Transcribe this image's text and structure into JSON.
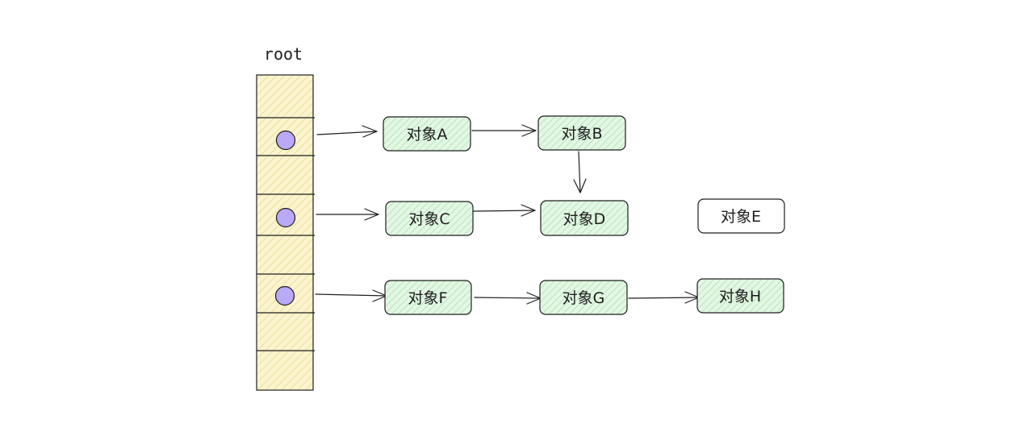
{
  "root": {
    "label": "root"
  },
  "nodes": [
    {
      "id": "a",
      "label": "对象A",
      "reachable": true
    },
    {
      "id": "b",
      "label": "对象B",
      "reachable": true
    },
    {
      "id": "c",
      "label": "对象C",
      "reachable": true
    },
    {
      "id": "d",
      "label": "对象D",
      "reachable": true
    },
    {
      "id": "e",
      "label": "对象E",
      "reachable": false
    },
    {
      "id": "f",
      "label": "对象F",
      "reachable": true
    },
    {
      "id": "g",
      "label": "对象G",
      "reachable": true
    },
    {
      "id": "h",
      "label": "对象H",
      "reachable": true
    }
  ],
  "edges": [
    {
      "from": "root-slot-1",
      "to": "a"
    },
    {
      "from": "a",
      "to": "b"
    },
    {
      "from": "b",
      "to": "d"
    },
    {
      "from": "root-slot-3",
      "to": "c"
    },
    {
      "from": "c",
      "to": "d"
    },
    {
      "from": "root-slot-5",
      "to": "f"
    },
    {
      "from": "f",
      "to": "g"
    },
    {
      "from": "g",
      "to": "h"
    }
  ],
  "colors": {
    "stroke": "#1e1e1e",
    "root_fill": "#fbf4cf",
    "root_hatch": "#ece2a3",
    "node_fill": "#e3f7e4",
    "node_hatch": "#b7e4bb",
    "pointer_fill": "#b9a9f6",
    "unreachable_fill": "#ffffff"
  }
}
